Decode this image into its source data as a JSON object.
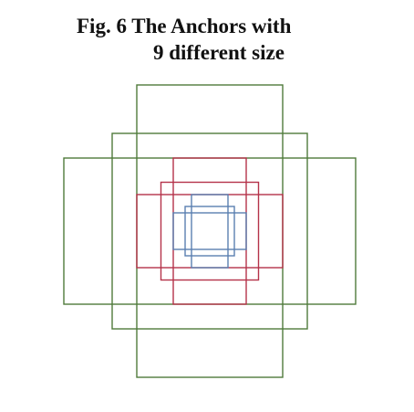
{
  "figure": {
    "caption_line1": "Fig. 6 The Anchors with",
    "caption_line2": "9 different size"
  },
  "colors": {
    "large": "#4f7a3b",
    "medium": "#b5324a",
    "small": "#5a7fb0"
  },
  "anchor_groups": [
    {
      "group": "large",
      "anchors": [
        {
          "aspect": "tall"
        },
        {
          "aspect": "square"
        },
        {
          "aspect": "wide"
        }
      ]
    },
    {
      "group": "medium",
      "anchors": [
        {
          "aspect": "tall"
        },
        {
          "aspect": "square"
        },
        {
          "aspect": "wide"
        }
      ]
    },
    {
      "group": "small",
      "anchors": [
        {
          "aspect": "tall"
        },
        {
          "aspect": "square"
        },
        {
          "aspect": "wide"
        }
      ]
    }
  ]
}
